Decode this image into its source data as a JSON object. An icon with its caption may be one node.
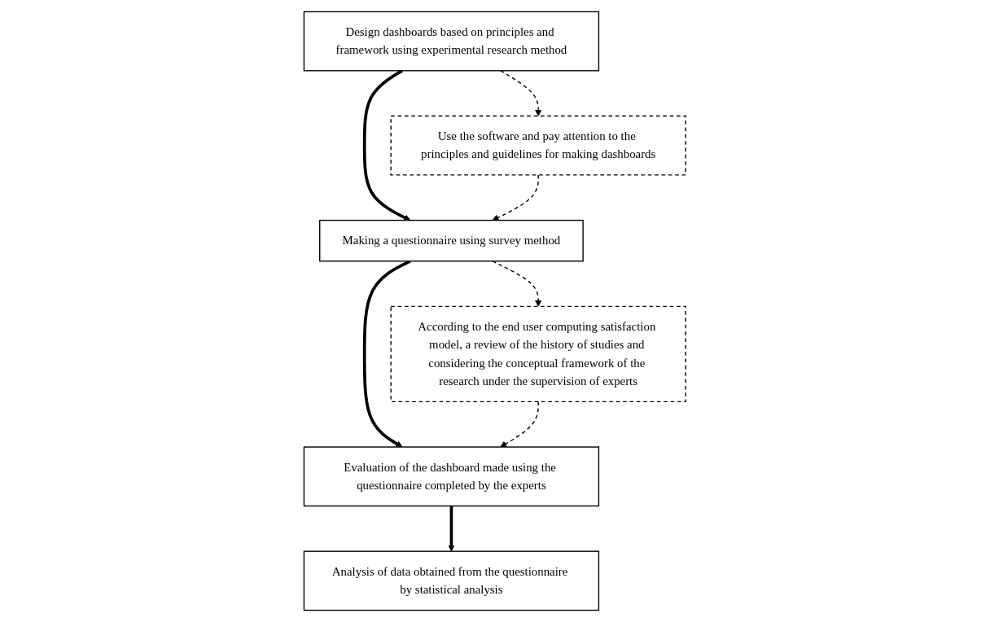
{
  "diagram": {
    "nodes": [
      {
        "text": [
          "Design dashboards based on principles and framework using experimental research method"
        ]
      },
      {
        "text": [
          "Use the software and pay attention to the principles and guidelines for making dashboards"
        ]
      },
      {
        "text": [
          "Making a questionnaire using survey method"
        ]
      },
      {
        "text": [
          "According to the end user computing satisfaction model, a review of the history of studies and considering the conceptual framework of the research under the supervision of experts"
        ]
      },
      {
        "text": [
          "Evaluation of the dashboard made using the questionnaire completed by the experts"
        ]
      },
      {
        "text": [
          "Analysis of data obtained from the questionnaire by statistical analysis"
        ]
      }
    ],
    "edges": [
      {
        "from": 0,
        "to": 1,
        "arrow": "to",
        "style": "dashed"
      },
      {
        "from": 0,
        "to": 2,
        "arrow": "to",
        "style": "thick"
      },
      {
        "from": 1,
        "to": 2,
        "arrow": "to",
        "style": "dashed"
      },
      {
        "from": 2,
        "to": 3,
        "arrow": "to",
        "style": "dashed"
      },
      {
        "from": 2,
        "to": 4,
        "arrow": "to",
        "style": "thick"
      },
      {
        "from": 3,
        "to": 4,
        "arrow": "to",
        "style": "dashed"
      },
      {
        "from": 4,
        "to": 5,
        "arrow": "to",
        "style": "thick"
      }
    ]
  }
}
